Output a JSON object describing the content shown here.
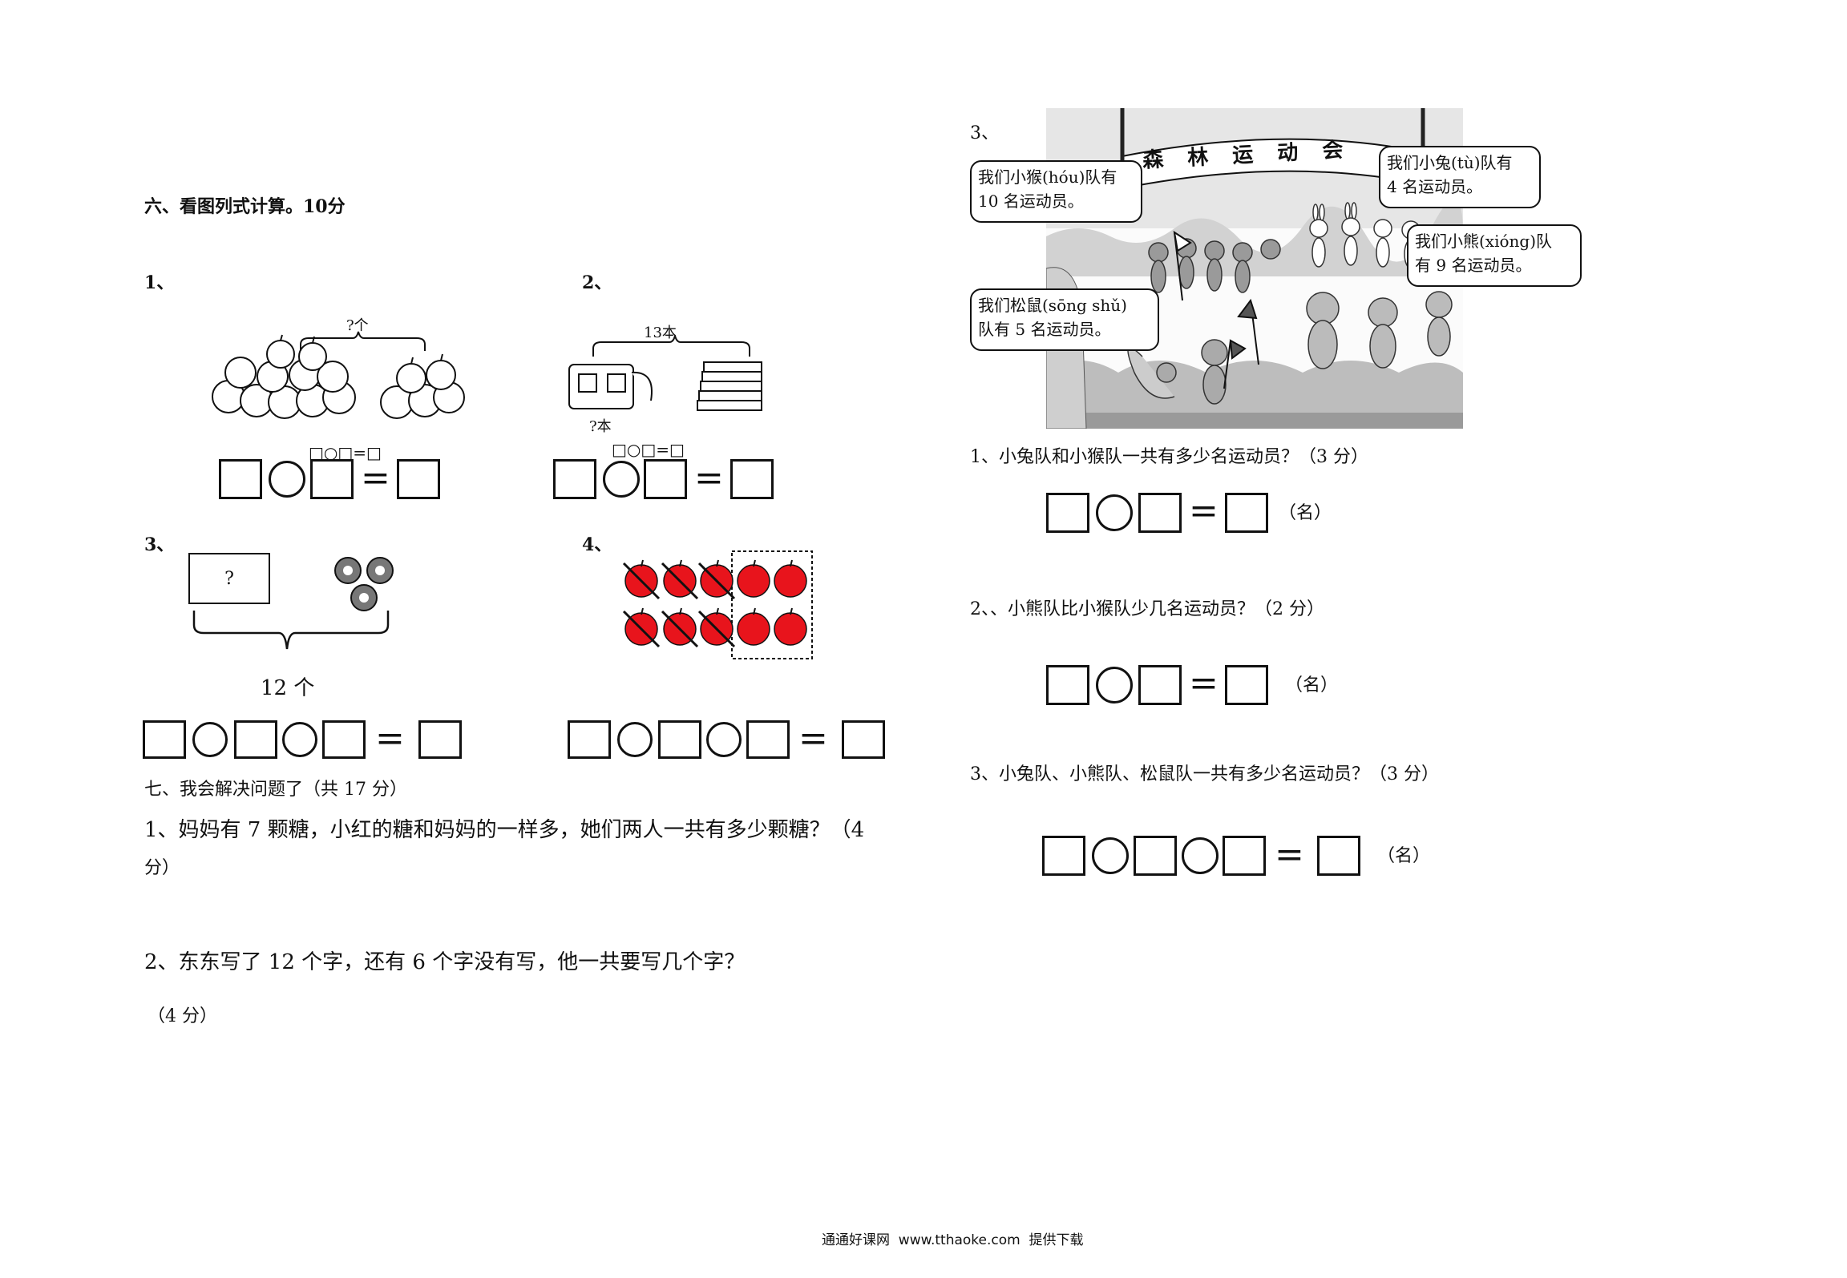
{
  "section6": {
    "title": "六、看图列式计算。10分",
    "q1_label": "1、",
    "q2_label": "2、",
    "q3_label": "3、",
    "q4_label": "4、",
    "q1_brace": "?个",
    "q2_brace": "13本",
    "q2_bag": "?本",
    "q3_box": "?",
    "q3_total": "12 个",
    "small_formula": "□○□=□",
    "equals": "="
  },
  "section7": {
    "title": "七、我会解决问题了（共 17 分）",
    "p1": "1、妈妈有 7 颗糖，小红的糖和妈妈的一样多，她们两人一共有多少颗糖？（4",
    "p1_cont": "分）",
    "p2": "2、东东写了 12 个字，还有 6 个字没有写，他一共要写几个字？",
    "p2_cont": "（4 分）"
  },
  "right": {
    "label": "3、",
    "banner": "森  林  运  动  会",
    "bubble_monkey": [
      "我们小猴(hóu)队有",
      "10 名运动员。"
    ],
    "bubble_rabbit": [
      "我们小兔(tù)队有",
      "4 名运动员。"
    ],
    "bubble_bear": [
      "我们小熊(xióng)队",
      "有 9 名运动员。"
    ],
    "bubble_squirrel": [
      "我们松鼠(sōng shǔ)",
      "队有 5 名运动员。"
    ],
    "q1": "1、小兔队和小猴队一共有多少名运动员？（3 分）",
    "q2": "2、、小熊队比小猴队少几名运动员？（2 分）",
    "q3": "3、小兔队、小熊队、松鼠队一共有多少名运动员？（3 分）",
    "unit": "（名）"
  },
  "footer": "通通好课网  www.tthaoke.com  提供下载",
  "colors": {
    "apple_red": "#e8141c",
    "ink": "#111111"
  }
}
